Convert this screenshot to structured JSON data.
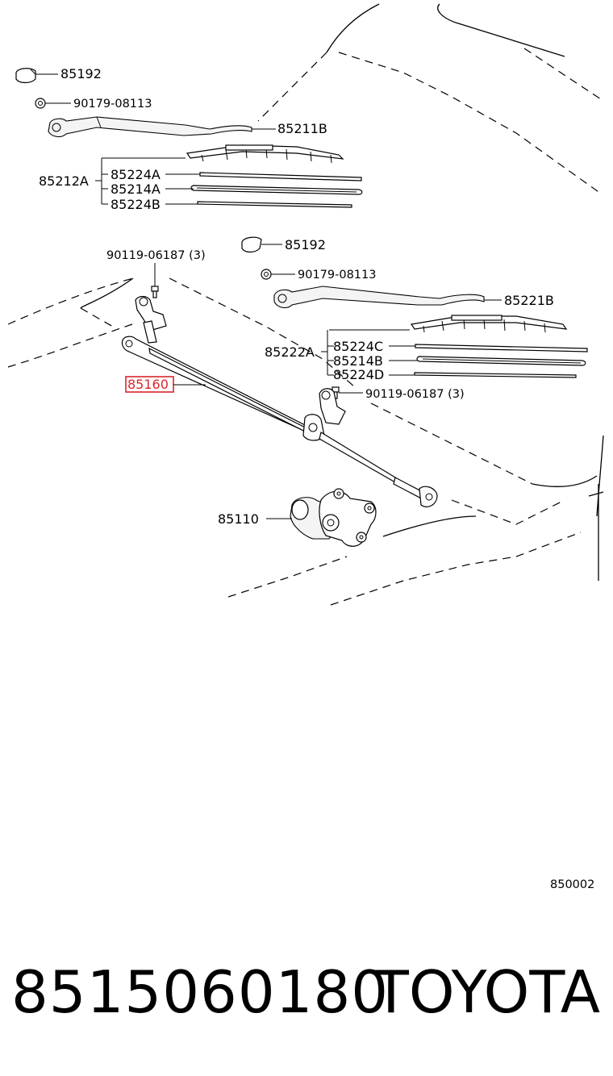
{
  "diagram": {
    "labels": {
      "cap_left": "85192",
      "nut_left": "90179-08113",
      "arm_left": "85211B",
      "blade_assy_left": "85212A",
      "insert_left_a": "85224A",
      "blade_left": "85214A",
      "insert_left_b": "85224B",
      "bolt_left": "90119-06187 (3)",
      "cap_right": "85192",
      "nut_right": "90179-08113",
      "arm_right": "85221B",
      "blade_assy_right": "85222A",
      "insert_right_c": "85224C",
      "blade_right": "85214B",
      "insert_right_d": "85224D",
      "bolt_right": "90119-06187 (3)",
      "link_assy": "85160",
      "motor": "85110",
      "figure_code": "850002"
    },
    "highlight_color": "#d9262c"
  },
  "footer": {
    "part_number": "8515060180",
    "brand": "TOYOTA"
  }
}
